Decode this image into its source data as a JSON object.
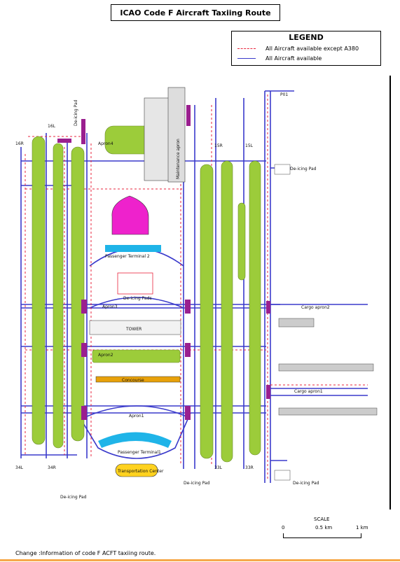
{
  "title": "ICAO Code F Aircraft Taxiing Route",
  "legend": {
    "title": "LEGEND",
    "items": [
      {
        "label": "All Aircraft available except A380",
        "color": "#e8243c",
        "style": "dashed"
      },
      {
        "label": "All Aircraft available",
        "color": "#3a3acb",
        "style": "solid"
      }
    ]
  },
  "runways": {
    "r16l": "16L",
    "r16r": "16R",
    "r15r": "15R",
    "r15l": "15L",
    "r34l": "34L",
    "r34r": "34R",
    "r33l": "33L",
    "r33r": "33R"
  },
  "areas": {
    "apron4": "Apron4",
    "apron3": "Apron3",
    "apron2": "Apron2",
    "apron1": "Apron1",
    "maintenance": "Maintenance apron",
    "terminal2": "Passenger Terminal 2",
    "terminal1": "Passenger Terminal1",
    "tower": "TOWER",
    "deicing_central": "De-icing Pads",
    "deicing_ne": "De-icing Pad",
    "deicing_sw": "De-icing Pad",
    "deicing_s": "De-icing Pad",
    "deicing_se": "De-icing Pad",
    "deicing_n": "De-icing Pad",
    "cargo2": "Cargo apron2",
    "cargo1": "Cargo apron1",
    "concourse": "Concourse",
    "transport": "Transportation Center",
    "p01": "P01"
  },
  "colors": {
    "runway": "#9ccc3a",
    "taxi": "#3a3acb",
    "route_a380": "#e8243c",
    "building": "#e6e6e6",
    "t2": "#ee22cc",
    "pier": "#1fb4e8",
    "holding": "#9a1f8f",
    "transport": "#ffd21f"
  },
  "scale": {
    "label": "SCALE",
    "t0": "0",
    "t1": "0.5 km",
    "t2": "1 km"
  },
  "footer": "Change :Information of code F ACFT taxiing route."
}
